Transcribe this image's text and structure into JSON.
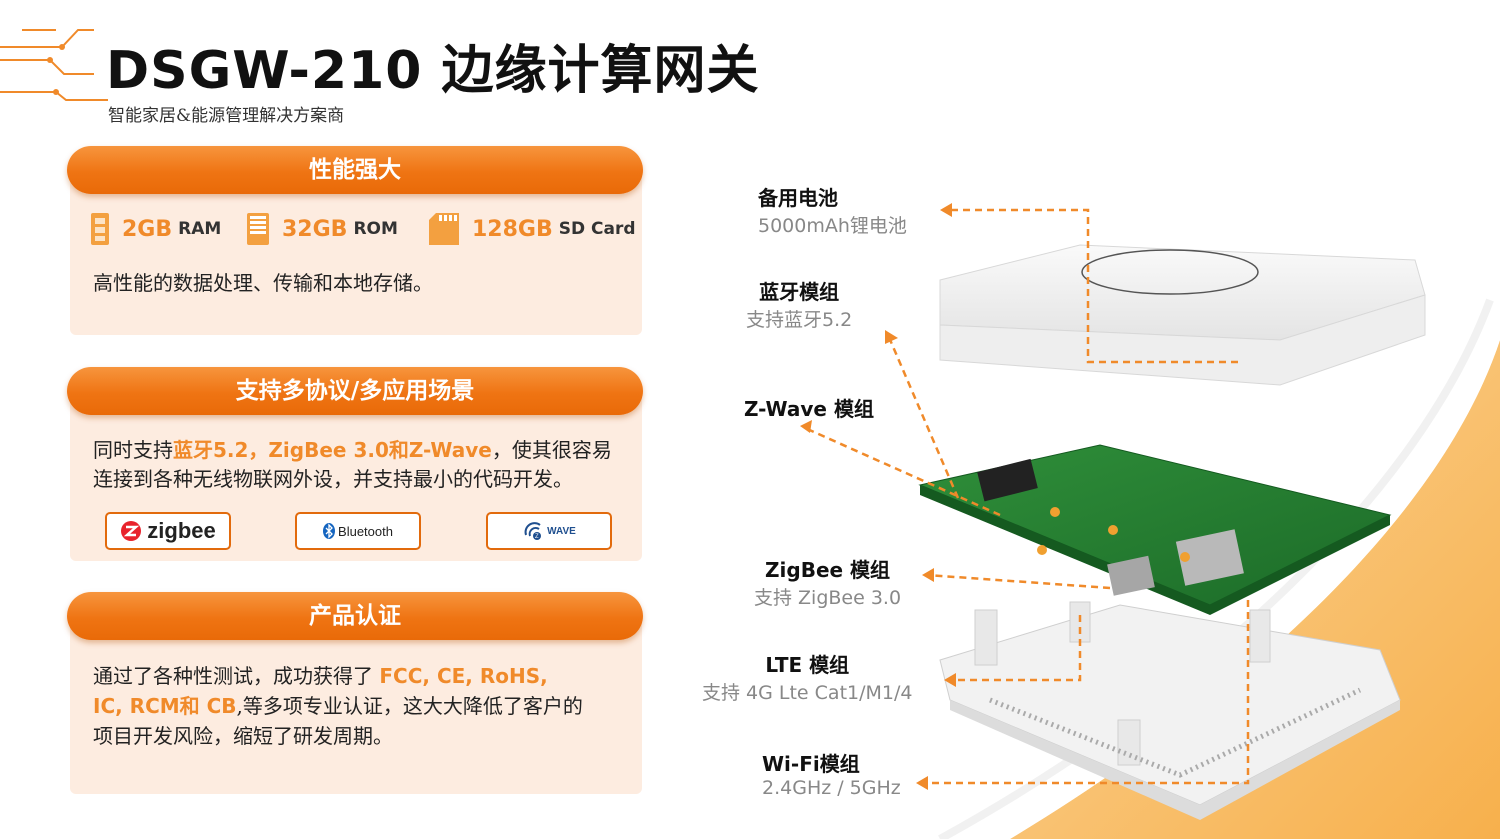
{
  "header": {
    "title": "DSGW-210 边缘计算网关",
    "subtitle": "智能家居&能源管理解决方案商"
  },
  "performance": {
    "heading": "性能强大",
    "specs": [
      {
        "value": "2GB",
        "unit": "RAM",
        "icon": "ram-icon"
      },
      {
        "value": "32GB",
        "unit": "ROM",
        "icon": "ssd-icon"
      },
      {
        "value": "128GB",
        "unit": "SD Card",
        "icon": "sd-card-icon"
      }
    ],
    "description": "高性能的数据处理、传输和本地存储。"
  },
  "protocols": {
    "heading": "支持多协议/多应用场景",
    "text_prefix": "同时支持",
    "text_highlight": "蓝牙5.2，ZigBee 3.0和Z-Wave",
    "text_suffix": "，使其很容易连接到各种无线物联网外设，并支持最小的代码开发。",
    "logos": [
      {
        "label": "zigbee",
        "icon": "zigbee-icon"
      },
      {
        "label": "Bluetooth",
        "icon": "bluetooth-icon"
      },
      {
        "label": "WAVE",
        "icon": "zwave-icon"
      }
    ]
  },
  "certification": {
    "heading": "产品认证",
    "line1_prefix": "通过了各种性测试，成功获得了 ",
    "line1_highlight": "FCC, CE, RoHS,",
    "line2_highlight": "IC, RCM和 CB",
    "line2_suffix": ",等多项专业认证，这大大降低了客户的",
    "line3": "项目开发风险，缩短了研发周期。"
  },
  "callouts": [
    {
      "title": "备用电池",
      "sub": "5000mAh锂电池"
    },
    {
      "title": "蓝牙模组",
      "sub": "支持蓝牙5.2"
    },
    {
      "title": "Z-Wave 模组",
      "sub": ""
    },
    {
      "title": "ZigBee 模组",
      "sub": "支持 ZigBee 3.0"
    },
    {
      "title": "LTE 模组",
      "sub": "支持 4G Lte Cat1/M1/4"
    },
    {
      "title": "Wi-Fi模组",
      "sub": "2.4GHz / 5GHz"
    }
  ],
  "colors": {
    "accent": "#f08a2a",
    "header_bar": "#ef7413",
    "card_bg": "#fdece0"
  }
}
